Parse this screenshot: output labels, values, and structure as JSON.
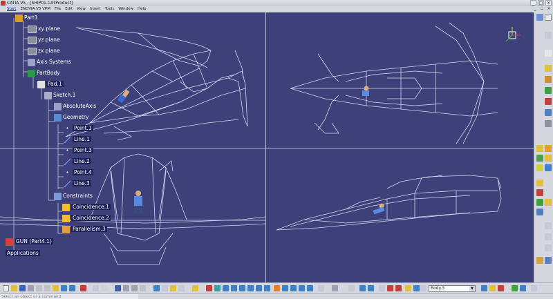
{
  "window": {
    "title": "CATIA V5 - [SHIP01.CATProduct]"
  },
  "menu": {
    "items": [
      "Start",
      "ENOVIA V5 VPM",
      "File",
      "Edit",
      "View",
      "Insert",
      "Tools",
      "Window",
      "Help"
    ]
  },
  "tree": {
    "part1": "Part1",
    "xy_plane": "xy plane",
    "yz_plane": "yz plane",
    "zx_plane": "zx plane",
    "axis_systems": "Axis Systems",
    "partbody": "PartBody",
    "pad1": "Pad.1",
    "sketch1": "Sketch.1",
    "absolute_axis": "AbsoluteAxis",
    "geometry": "Geometry",
    "point1": "Point.1",
    "line1": "Line.1",
    "point3": "Point.3",
    "line2": "Line.2",
    "point4": "Point.4",
    "line3": "Line.3",
    "constraints": "Constraints",
    "coincidence1": "Coincidence.1",
    "coincidence2": "Coincidence.2",
    "parallelism3": "Parallelism.3",
    "gun": "GUN (Part4.1)",
    "applications": "Applications"
  },
  "toolbar": {
    "body_selector": "Body.3"
  },
  "status": {
    "placeholder": "Select an object or a command"
  },
  "colors": {
    "viewport_bg": "#3e4079",
    "wireframe": "#e8eaff",
    "toolbar_bg": "#d4d7de"
  }
}
